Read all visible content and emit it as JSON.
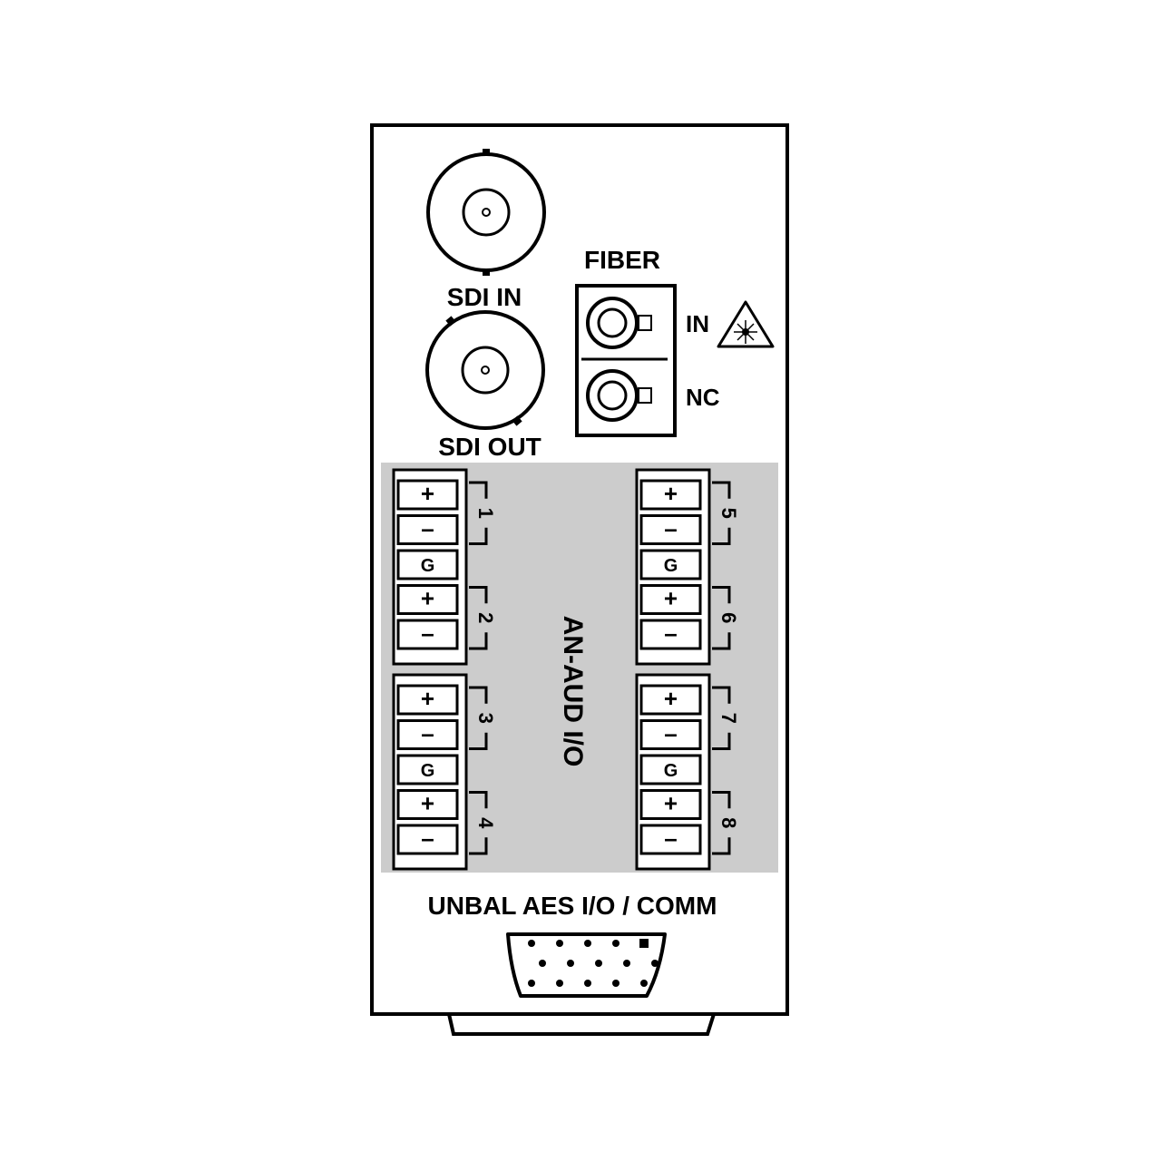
{
  "connectors": {
    "sdi_in_label": "SDI IN",
    "sdi_out_label": "SDI OUT",
    "fiber_label": "FIBER",
    "fiber_in_label": "IN",
    "fiber_nc_label": "NC",
    "comm_label": "UNBAL AES I/O / COMM"
  },
  "audio": {
    "title": "AN-AUD I/O",
    "blocks": [
      {
        "pins": [
          "+",
          "–",
          "G",
          "+",
          "–"
        ],
        "channels": [
          "1",
          "2"
        ]
      },
      {
        "pins": [
          "+",
          "–",
          "G",
          "+",
          "–"
        ],
        "channels": [
          "3",
          "4"
        ]
      },
      {
        "pins": [
          "+",
          "–",
          "G",
          "+",
          "–"
        ],
        "channels": [
          "5",
          "6"
        ]
      },
      {
        "pins": [
          "+",
          "–",
          "G",
          "+",
          "–"
        ],
        "channels": [
          "7",
          "8"
        ]
      }
    ]
  },
  "colors": {
    "panel": "#ffffff",
    "outline": "#000000",
    "audio_area": "#cccccc"
  },
  "icons": [
    "laser-warning-icon",
    "bnc-connector-icon",
    "fiber-port-icon",
    "db15-connector-icon"
  ]
}
